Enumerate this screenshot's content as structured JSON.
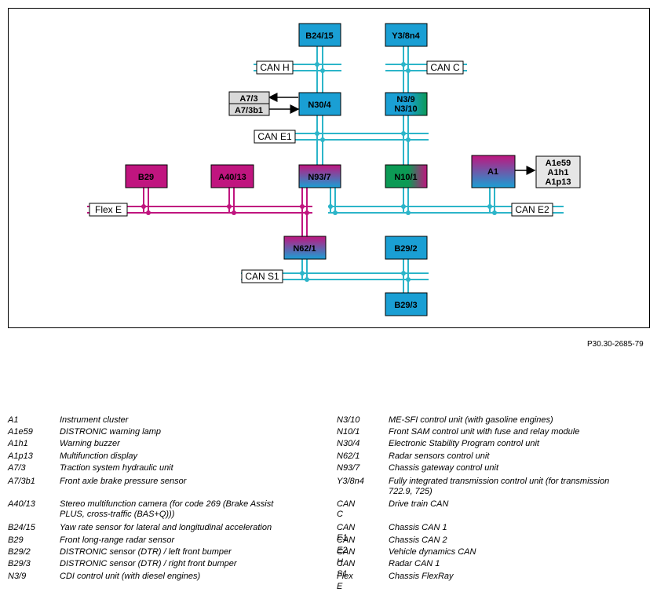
{
  "diagram": {
    "nodes": {
      "b24_15": "B24/15",
      "y3_8n4": "Y3/8n4",
      "a7_3": "A7/3",
      "a7_3b1": "A7/3b1",
      "n30_4": "N30/4",
      "n3_9": "N3/9",
      "n3_10": "N3/10",
      "b29": "B29",
      "a40_13": "A40/13",
      "n93_7": "N93/7",
      "n10_1": "N10/1",
      "a1": "A1",
      "a1e59": "A1e59",
      "a1h1": "A1h1",
      "a1p13": "A1p13",
      "n62_1": "N62/1",
      "b29_2": "B29/2",
      "b29_3": "B29/3"
    },
    "buses": {
      "can_h": "CAN H",
      "can_c": "CAN C",
      "can_e1": "CAN E1",
      "can_e2": "CAN E2",
      "can_s1": "CAN S1",
      "flex_e": "Flex E"
    },
    "colors": {
      "can_line": "#2cb5c9",
      "flex_line": "#c0157f",
      "blue_box": "#1a9fd4",
      "magenta_box": "#c0157f",
      "green_box": "#0c9a55",
      "grey_box": "#d9d9d9"
    }
  },
  "ref_code": "P30.30-2685-79",
  "legend": {
    "left": [
      {
        "code": "A1",
        "desc": "Instrument cluster"
      },
      {
        "code": "A1e59",
        "desc": "DISTRONIC warning lamp"
      },
      {
        "code": "A1h1",
        "desc": "Warning buzzer"
      },
      {
        "code": "A1p13",
        "desc": "Multifunction display"
      },
      {
        "code": "A7/3",
        "desc": "Traction system hydraulic unit"
      },
      {
        "code": "A7/3b1",
        "desc": "Front axle brake pressure sensor"
      },
      {
        "code": "A40/13",
        "desc": "Stereo multifunction camera (for code 269 (Brake Assist\nPLUS, cross-traffic (BAS+Q)))"
      },
      {
        "code": "B24/15",
        "desc": "Yaw rate sensor for lateral and longitudinal acceleration"
      },
      {
        "code": "B29",
        "desc": "Front long-range radar sensor"
      },
      {
        "code": "B29/2",
        "desc": "DISTRONIC sensor (DTR) / left front bumper"
      },
      {
        "code": "B29/3",
        "desc": "DISTRONIC sensor (DTR) / right front bumper"
      },
      {
        "code": "N3/9",
        "desc": "CDI control unit (with diesel engines)"
      }
    ],
    "right": [
      {
        "code": "N3/10",
        "desc": "ME-SFI control unit (with gasoline engines)"
      },
      {
        "code": "N10/1",
        "desc": "Front SAM control unit with fuse and relay module"
      },
      {
        "code": "N30/4",
        "desc": "Electronic Stability Program control unit"
      },
      {
        "code": "N62/1",
        "desc": "Radar sensors control unit"
      },
      {
        "code": "N93/7",
        "desc": "Chassis gateway control unit"
      },
      {
        "code": "Y3/8n4",
        "desc": "Fully integrated transmission control unit (for transmission\n722.9, 725)"
      },
      {
        "code": "CAN C",
        "desc": "Drive train CAN"
      },
      {
        "code": "CAN E1",
        "desc": "Chassis CAN 1"
      },
      {
        "code": "CAN E2",
        "desc": "Chassis CAN 2"
      },
      {
        "code": "CAN H",
        "desc": "Vehicle dynamics CAN"
      },
      {
        "code": "CAN S1",
        "desc": "Radar CAN 1"
      },
      {
        "code": "Flex E",
        "desc": "Chassis FlexRay"
      }
    ]
  }
}
